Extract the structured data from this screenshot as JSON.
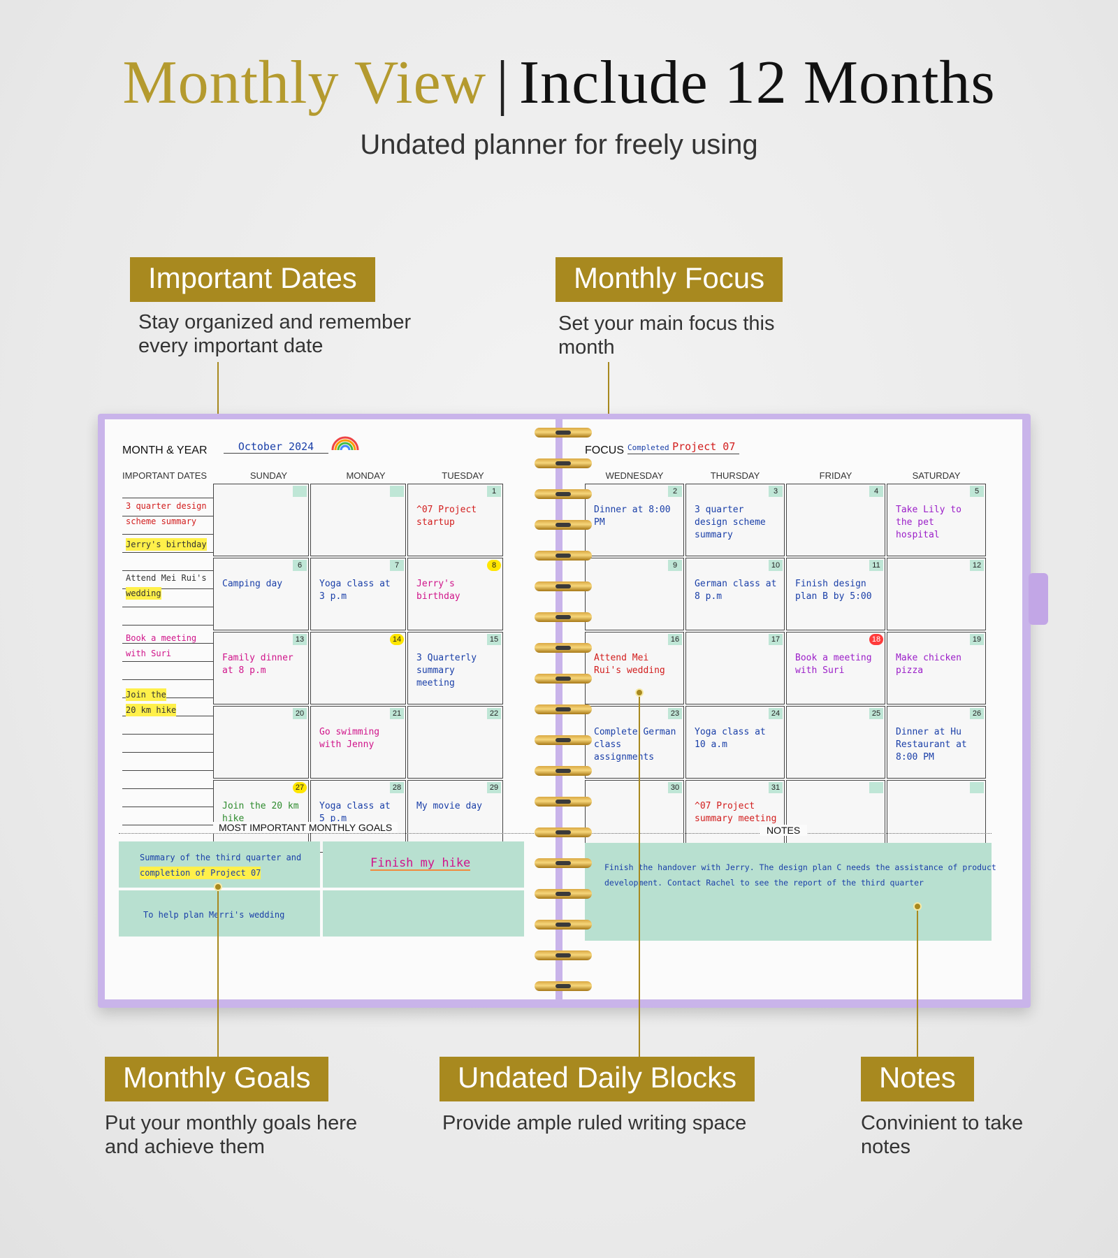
{
  "header": {
    "title_gold": "Monthly View",
    "title_sep": "|",
    "title_black": "Include 12 Months",
    "subtitle": "Undated planner for freely using"
  },
  "callouts": {
    "important_dates": {
      "label": "Important Dates",
      "desc1": "Stay organized and remember",
      "desc2": "every important date"
    },
    "monthly_focus": {
      "label": "Monthly Focus",
      "desc1": "Set your main focus this",
      "desc2": "month"
    },
    "monthly_goals": {
      "label": "Monthly Goals",
      "desc1": "Put your monthly goals here",
      "desc2": "and achieve them"
    },
    "daily_blocks": {
      "label": "Undated Daily Blocks",
      "desc1": "Provide ample ruled writing space"
    },
    "notes": {
      "label": "Notes",
      "desc1": "Convinient to take",
      "desc2": "notes"
    }
  },
  "planner": {
    "month_year_label": "MONTH & YEAR",
    "month_year_value": "October 2024",
    "focus_label": "FOCUS",
    "focus_value_small": "Completed",
    "focus_value": "Project 07",
    "important_dates_label": "IMPORTANT DATES",
    "days_left": [
      "SUNDAY",
      "MONDAY",
      "TUESDAY"
    ],
    "days_right": [
      "WEDNESDAY",
      "THURSDAY",
      "FRIDAY",
      "SATURDAY"
    ],
    "important_dates": [
      "3 quarter design",
      "scheme summary",
      "Jerry's birthday",
      "Attend Mei Rui's",
      "wedding",
      "Book a meeting",
      "with Suri",
      "Join the",
      "20 km hike"
    ],
    "goals_label": "MOST IMPORTANT MONTHLY GOALS",
    "goals": [
      "Summary of the third quarter and",
      "completion of Project 07",
      "Finish my hike",
      "To help plan Merri's wedding"
    ],
    "notes_label": "NOTES",
    "notes_text1": "Finish the handover with Jerry. The design plan C needs the assistance of product",
    "notes_text2": "development. Contact Rachel to see the report of the third quarter",
    "left_cells": [
      {
        "n": "",
        "t": ""
      },
      {
        "n": "",
        "t": ""
      },
      {
        "n": "1",
        "t": "^07 Project startup"
      },
      {
        "n": "6",
        "t": "Camping day"
      },
      {
        "n": "7",
        "t": "Yoga class at 3 p.m"
      },
      {
        "n": "8",
        "t": "Jerry's birthday"
      },
      {
        "n": "13",
        "t": "Family dinner at 8 p.m"
      },
      {
        "n": "14",
        "t": ""
      },
      {
        "n": "15",
        "t": "3 Quarterly summary meeting"
      },
      {
        "n": "20",
        "t": ""
      },
      {
        "n": "21",
        "t": "Go swimming with Jenny"
      },
      {
        "n": "22",
        "t": ""
      },
      {
        "n": "27",
        "t": "Join the 20 km hike"
      },
      {
        "n": "28",
        "t": "Yoga class at 5 p.m"
      },
      {
        "n": "29",
        "t": "My movie day"
      }
    ],
    "right_cells": [
      {
        "n": "2",
        "t": "Dinner at 8:00 PM"
      },
      {
        "n": "3",
        "t": "3 quarter design scheme summary"
      },
      {
        "n": "4",
        "t": ""
      },
      {
        "n": "5",
        "t": "Take Lily to the pet hospital"
      },
      {
        "n": "9",
        "t": ""
      },
      {
        "n": "10",
        "t": "German class at 8 p.m"
      },
      {
        "n": "11",
        "t": "Finish design plan B by 5:00"
      },
      {
        "n": "12",
        "t": ""
      },
      {
        "n": "16",
        "t": "Attend Mei Rui's wedding"
      },
      {
        "n": "17",
        "t": ""
      },
      {
        "n": "18",
        "t": "Book a meeting with Suri"
      },
      {
        "n": "19",
        "t": "Make chicken pizza"
      },
      {
        "n": "23",
        "t": "Complete German class assignments"
      },
      {
        "n": "24",
        "t": "Yoga class at 10 a.m"
      },
      {
        "n": "25",
        "t": ""
      },
      {
        "n": "26",
        "t": "Dinner at Hu Restaurant at 8:00 PM"
      },
      {
        "n": "30",
        "t": ""
      },
      {
        "n": "31",
        "t": "^07 Project summary meeting"
      },
      {
        "n": "",
        "t": ""
      },
      {
        "n": "",
        "t": ""
      }
    ]
  },
  "colors": {
    "gold": "#a8891f",
    "mint": "#b8e0d0",
    "lavender": "#c9b4ea"
  }
}
